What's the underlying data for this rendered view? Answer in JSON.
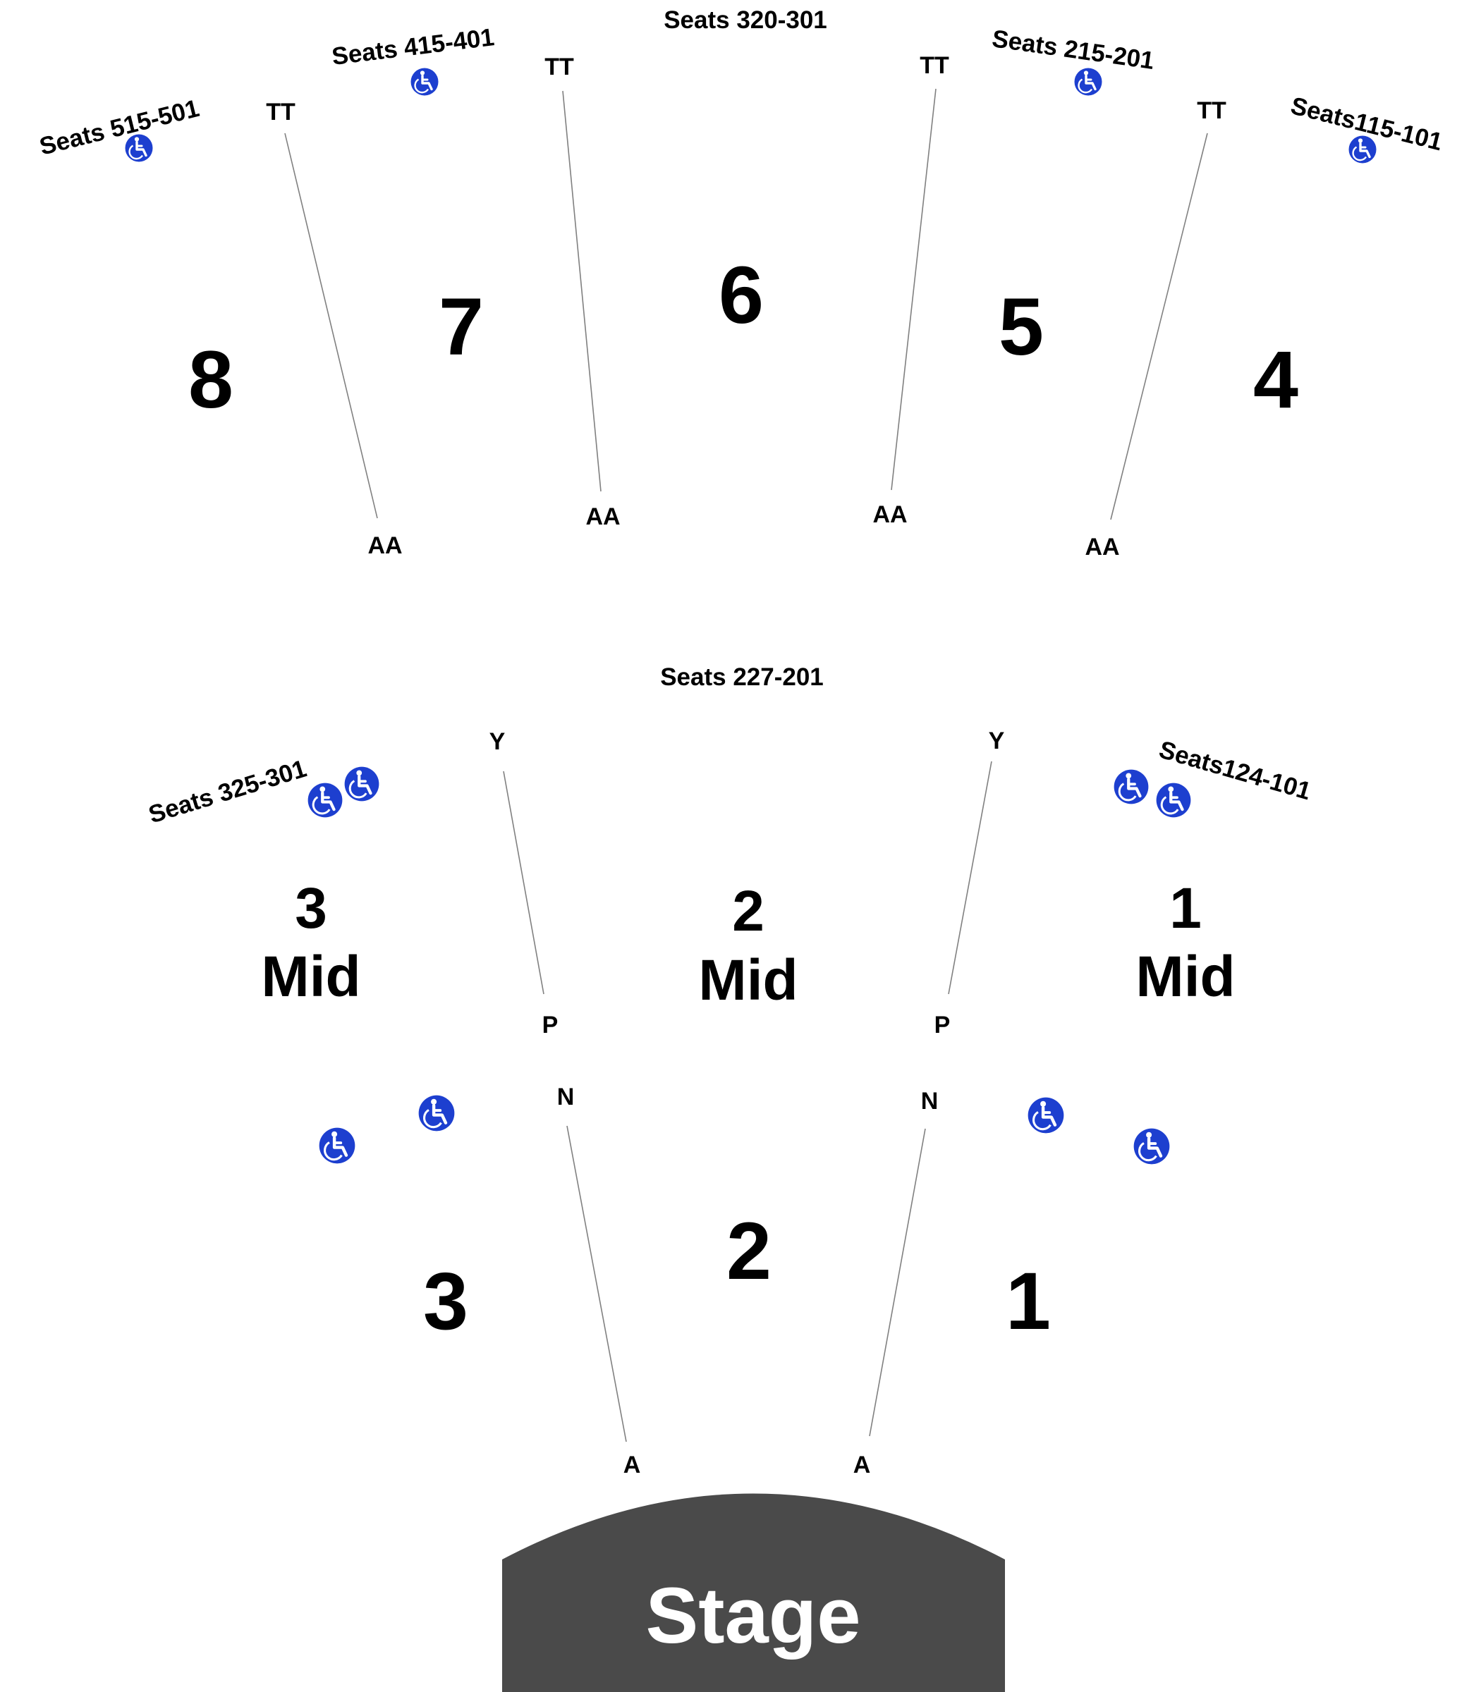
{
  "colors": {
    "accessibility_icon": "#1d3fcf",
    "stage": "#4a4a4a",
    "aisle_line": "#808080",
    "text": "#000000"
  },
  "upper_level": {
    "seat_ranges": {
      "section_8": "Seats 515-501",
      "section_7": "Seats 415-401",
      "section_6": "Seats 320-301",
      "section_5": "Seats 215-201",
      "section_4": "Seats115-101"
    },
    "sections": [
      "8",
      "7",
      "6",
      "5",
      "4"
    ],
    "row_back": "TT",
    "row_front": "AA"
  },
  "middle_level": {
    "seat_ranges": {
      "section_3": "Seats 325-301",
      "section_2": "Seats 227-201",
      "section_1": "Seats124-101"
    },
    "sections": [
      {
        "number": "3",
        "suffix": "Mid"
      },
      {
        "number": "2",
        "suffix": "Mid"
      },
      {
        "number": "1",
        "suffix": "Mid"
      }
    ],
    "row_back": "Y",
    "row_front": "P"
  },
  "lower_level": {
    "sections": [
      "3",
      "2",
      "1"
    ],
    "row_back": "N",
    "row_front": "A"
  },
  "stage": {
    "label": "Stage"
  },
  "accessibility_icon_name": "wheelchair-accessible-icon"
}
